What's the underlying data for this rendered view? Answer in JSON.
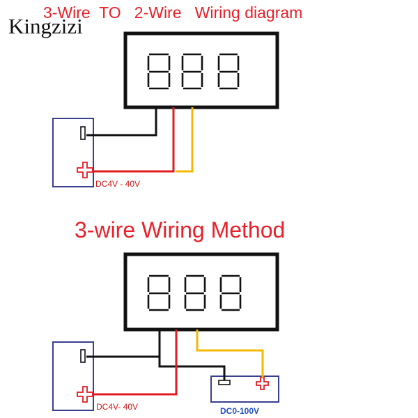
{
  "header": {
    "brand": "Kingzizi",
    "title": "3-Wire  TO   2-Wire   Wiring diagram"
  },
  "section2": {
    "title": "3-wire Wiring Method"
  },
  "labels": {
    "supply_top": "DC4V - 40V",
    "supply_bottom": "DC4V- 40V",
    "measured_source": "DC0-100V"
  },
  "symbols": {
    "minus": "minus-terminal-icon",
    "plus": "plus-terminal-icon"
  },
  "colors": {
    "title_red": "#e8202a",
    "wire_black": "#111111",
    "wire_red": "#e11b22",
    "wire_yellow": "#f5b800",
    "box_outline": "#3a3f8f",
    "label_blue": "#2050c0",
    "label_red": "#d01818"
  }
}
